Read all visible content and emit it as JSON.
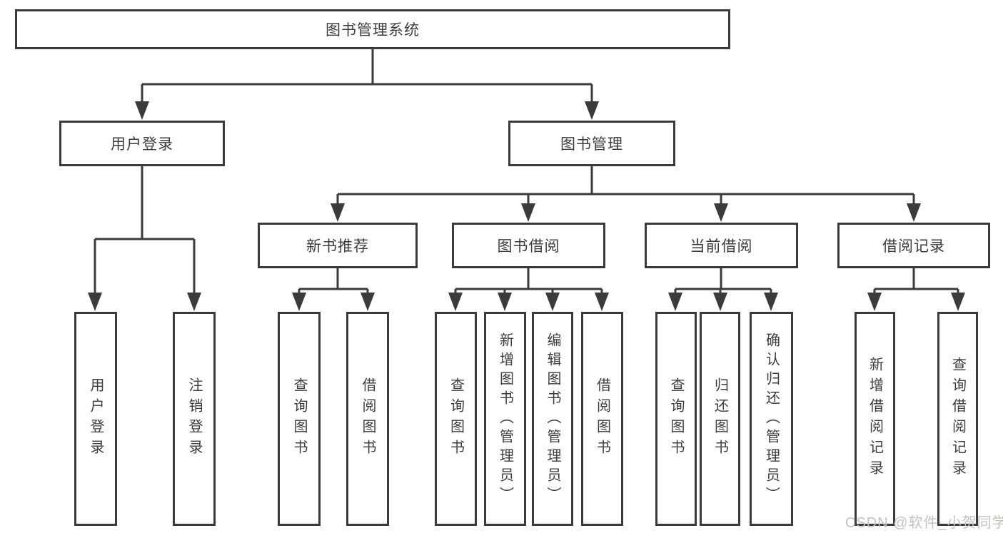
{
  "diagram": {
    "root": {
      "label": "图书管理系统"
    },
    "level2": {
      "user_login": {
        "label": "用户登录"
      },
      "book_mgmt": {
        "label": "图书管理"
      }
    },
    "level3": {
      "new_book_rec": {
        "label": "新书推荐"
      },
      "book_borrow": {
        "label": "图书借阅"
      },
      "current_borrow": {
        "label": "当前借阅"
      },
      "borrow_records": {
        "label": "借阅记录"
      }
    },
    "leaves": {
      "user_login": {
        "label": "用户登录"
      },
      "logout": {
        "label": "注销登录"
      },
      "query_book_rec": {
        "label": "查询图书"
      },
      "borrow_book_rec": {
        "label": "借阅图书"
      },
      "query_book_borrow": {
        "label": "查询图书"
      },
      "add_book": {
        "label": "新增图书（管理员）"
      },
      "edit_book": {
        "label": "编辑图书（管理员）"
      },
      "borrow_book_borrow": {
        "label": "借阅图书"
      },
      "query_book_current": {
        "label": "查询图书"
      },
      "return_book": {
        "label": "归还图书"
      },
      "confirm_return": {
        "label": "确认归还（管理员）"
      },
      "add_borrow_record": {
        "label": "新增借阅记录"
      },
      "query_borrow_record": {
        "label": "查询借阅记录"
      }
    }
  },
  "watermark": {
    "text": "CSDN @软件_小贺同学"
  },
  "colors": {
    "line": "#3b3b3b",
    "box_border": "#3b3b3b",
    "box_bg": "#ffffff",
    "text": "#3d3d3d",
    "watermark": "#c6c1c1"
  }
}
